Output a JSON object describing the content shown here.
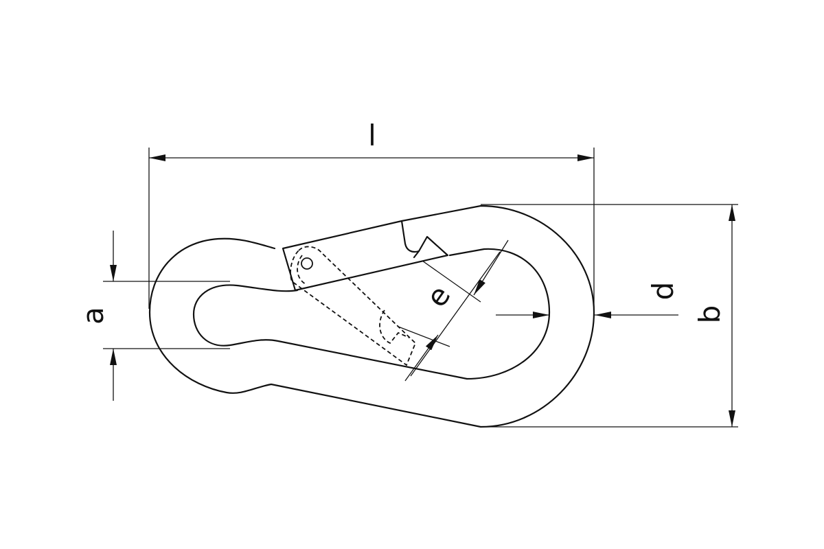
{
  "drawing": {
    "line_color": "#111111",
    "background": "#ffffff"
  },
  "dimensions": {
    "length": "l",
    "width": "b",
    "opening": "e",
    "wire_diameter": "d",
    "eye_width": "a"
  }
}
